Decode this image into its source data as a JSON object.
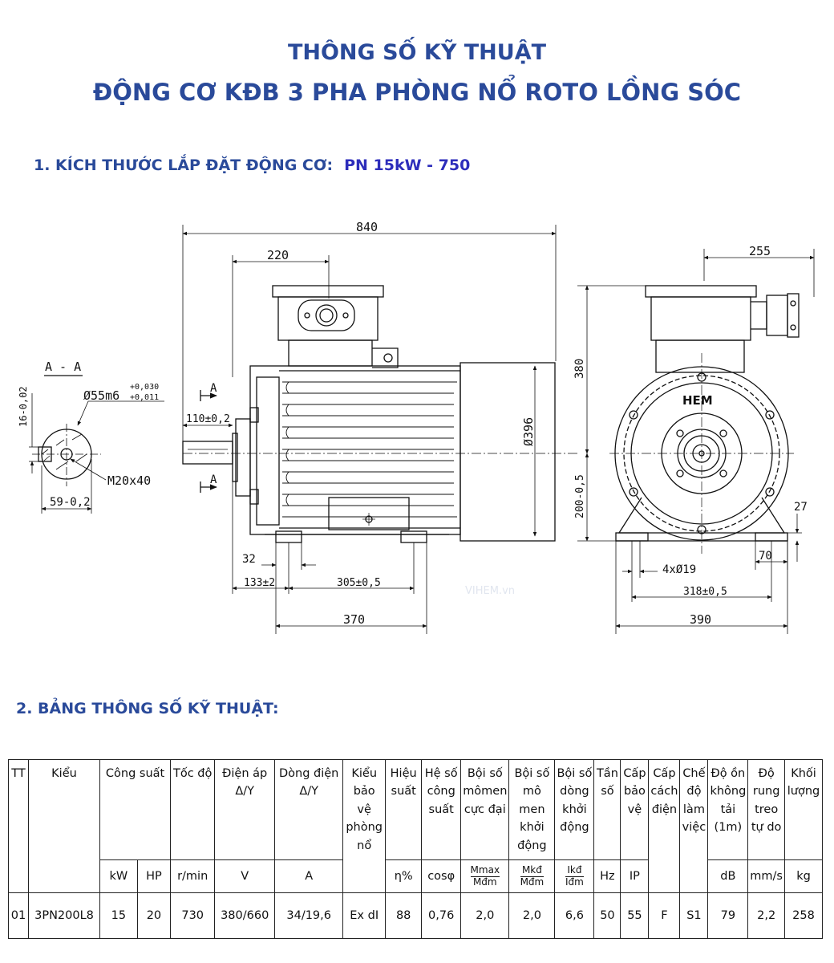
{
  "title_line1": "THÔNG SỐ KỸ THUẬT",
  "title_line2": "ĐỘNG CƠ KĐB 3 PHA PHÒNG NỔ ROTO LỒNG SÓC",
  "section1": {
    "label": "1. KÍCH THƯỚC LẮP ĐẶT ĐỘNG CƠ:",
    "model": "PN 15kW - 750"
  },
  "section2": {
    "label": "2. BẢNG THÔNG SỐ KỸ THUẬT:"
  },
  "drawing": {
    "section_label": "A - A",
    "shaft_fit": "Ø55m6",
    "shaft_tol_upper": "+0,030",
    "shaft_tol_lower": "+0,011",
    "key_height": "16-0,02",
    "key_depth": "59-0,2",
    "thread": "M20x40",
    "overall_length": "840",
    "terminal_offset": "220",
    "shaft_length": "110±0,2",
    "diameter": "Ø396",
    "foot_width": "32",
    "shaft_to_foot": "133±2",
    "foot_spacing": "305±0,5",
    "base_length": "370",
    "section_mark": "A",
    "side_depth": "255",
    "height_top": "380",
    "shaft_height": "200-0,5",
    "foot_thickness": "27",
    "foot_pad": "70",
    "holes": "4xØ19",
    "hole_spacing": "318±0,5",
    "base_width": "390",
    "brand": "HEM",
    "watermark": "VIHEM.vn"
  },
  "table": {
    "headers": {
      "tt": "TT",
      "kieu": "Kiểu",
      "cong_suat": "Công suất",
      "toc_do": "Tốc độ",
      "dien_ap": "Điện áp",
      "dien_ap_sub": "Δ/Y",
      "dong_dien": "Dòng điện",
      "dong_dien_sub": "Δ/Y",
      "kieu_bao_ve": "Kiểu bảo vệ phòng nổ",
      "hieu_suat": "Hiệu suất",
      "he_so": "Hệ số công suất",
      "boi_so_momen": "Bội số mômen cực đại",
      "boi_so_mo_men_khoi": "Bội số mô men khởi động",
      "boi_so_dong": "Bội số dòng khởi động",
      "tan_so": "Tần số",
      "cap_bao_ve": "Cấp bảo vệ",
      "cap_cach_dien": "Cấp cách điện",
      "che_do": "Chế độ làm việc",
      "do_on": "Độ ồn không tải (1m)",
      "do_rung": "Độ rung treo tự do",
      "khoi_luong": "Khối lượng"
    },
    "units": {
      "kw": "kW",
      "hp": "HP",
      "rpm": "r/min",
      "v": "V",
      "a": "A",
      "eta": "η%",
      "cos": "cosφ",
      "mmax": "Mmax",
      "mdm": "Mđm",
      "mkd": "Mkđ",
      "ikd": "Ikđ",
      "idm": "Iđm",
      "hz": "Hz",
      "ip": "IP",
      "db": "dB",
      "mms": "mm/s",
      "kg": "kg"
    },
    "row": {
      "tt": "01",
      "kieu": "3PN200L8",
      "kw": "15",
      "hp": "20",
      "rpm": "730",
      "v": "380/660",
      "a": "34/19,6",
      "ex": "Ex dI",
      "eta": "88",
      "cos": "0,76",
      "mmax": "2,0",
      "mkd": "2,0",
      "ikd": "6,6",
      "hz": "50",
      "ip": "55",
      "ins": "F",
      "duty": "S1",
      "db": "79",
      "vib": "2,2",
      "kg": "258"
    }
  }
}
